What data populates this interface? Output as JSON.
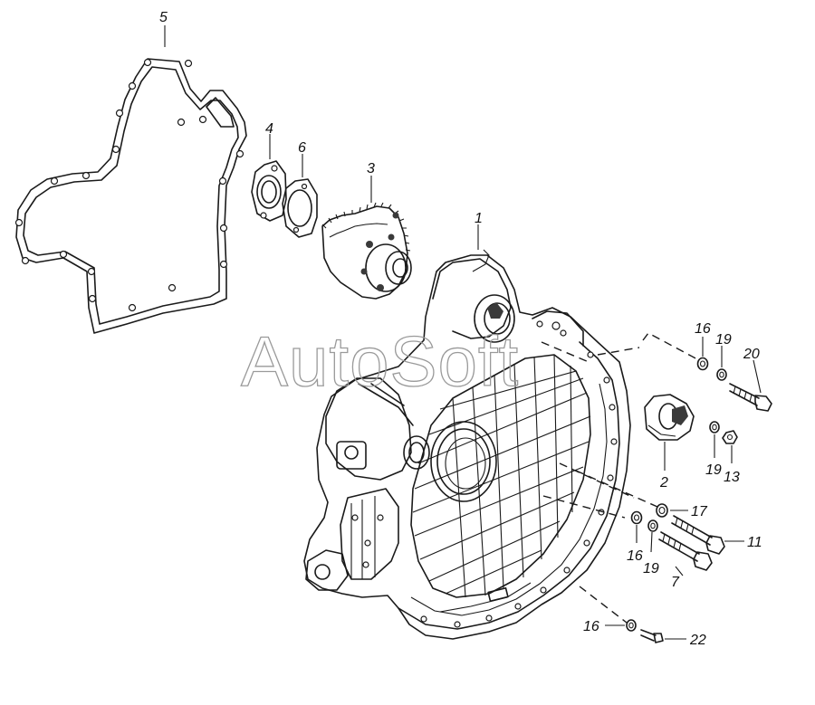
{
  "watermark": "AutoSoft",
  "callouts": {
    "c1": "1",
    "c2": "2",
    "c3": "3",
    "c4": "4",
    "c5": "5",
    "c6": "6",
    "c7": "7",
    "c11": "11",
    "c13": "13",
    "c16a": "16",
    "c16b": "16",
    "c16c": "16",
    "c17": "17",
    "c19a": "19",
    "c19b": "19",
    "c19c": "19",
    "c20": "20",
    "c22": "22"
  },
  "colors": {
    "line": "#1a1a1a",
    "watermark": "#9a9a9a",
    "background": "#ffffff"
  }
}
